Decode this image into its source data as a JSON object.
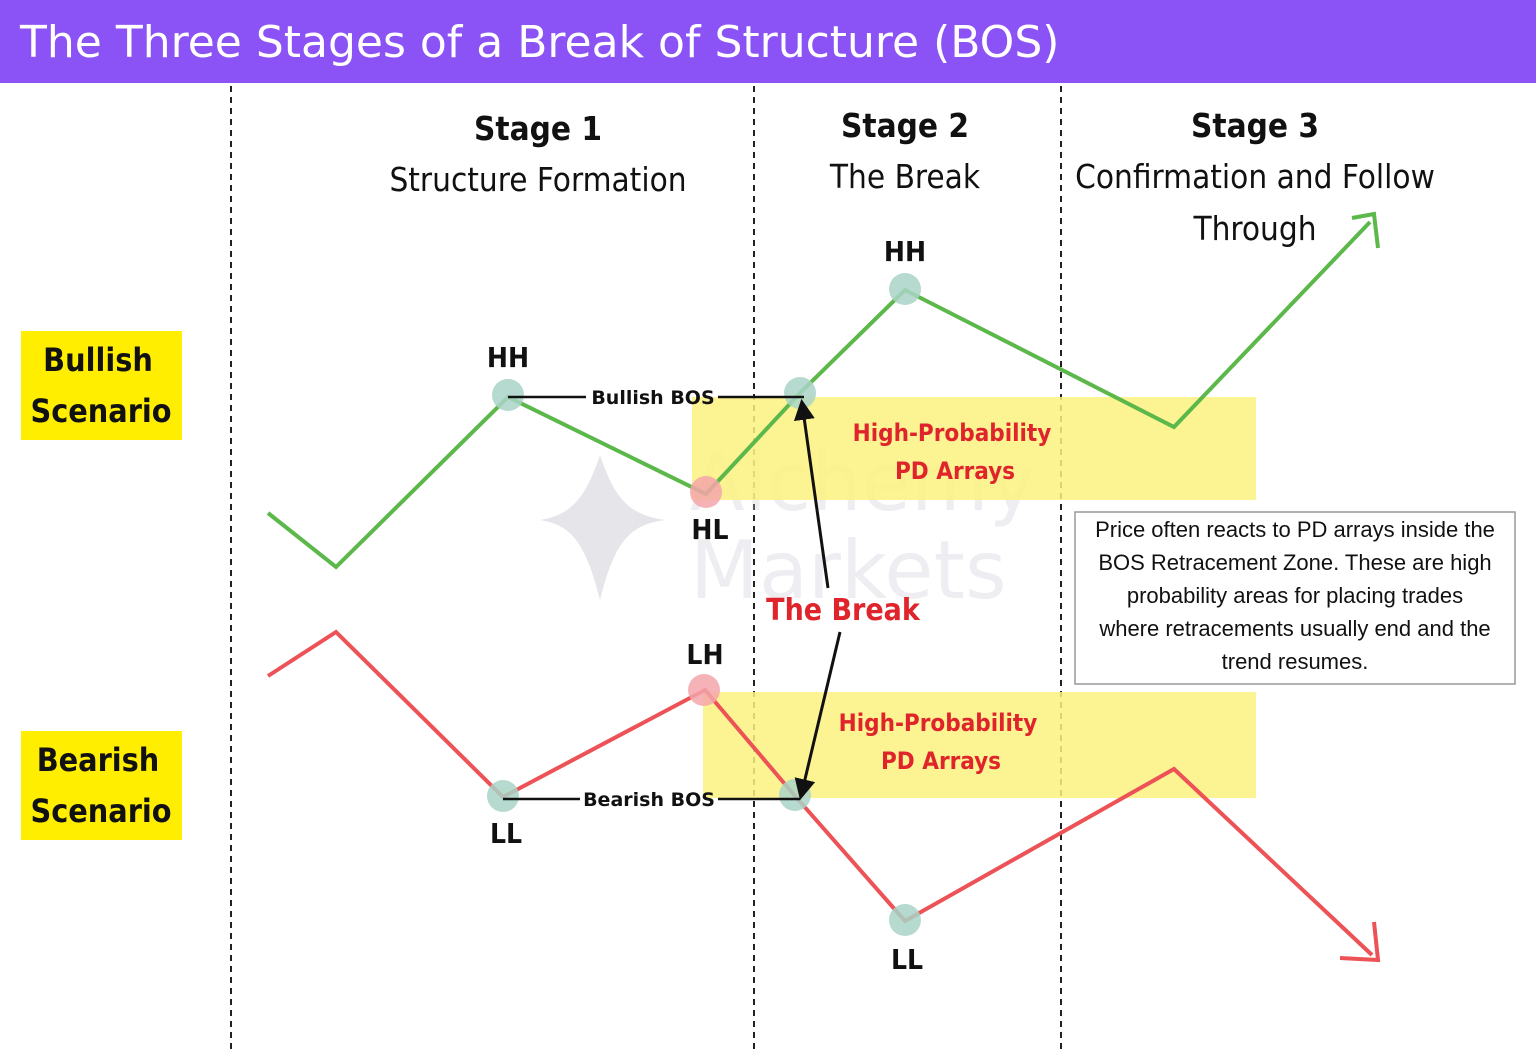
{
  "title": "The Three Stages of a Break of Structure (BOS)",
  "colors": {
    "title_bar": "#8b52f5",
    "bullish_line": "#5cb84a",
    "bearish_line": "#ec5256",
    "zone_fill": "#fbf17f",
    "scenario_fill": "#ffee00",
    "label_red": "#e0242b",
    "marker_teal": "#a9d4c7",
    "marker_pink": "#f5a6aa"
  },
  "stages": [
    {
      "title": "Stage 1",
      "subtitle": [
        "Structure Formation"
      ]
    },
    {
      "title": "Stage 2",
      "subtitle": [
        "The Break"
      ]
    },
    {
      "title": "Stage 3",
      "subtitle": [
        "Confirmation and Follow",
        "Through"
      ]
    }
  ],
  "scenarios": {
    "bullish": [
      "Bullish",
      "Scenario"
    ],
    "bearish": [
      "Bearish",
      "Scenario"
    ]
  },
  "point_labels": {
    "bull_hh_1": "HH",
    "bull_hl": "HL",
    "bull_hh_2": "HH",
    "bear_lh": "LH",
    "bear_ll_1": "LL",
    "bear_ll_2": "LL"
  },
  "bos": {
    "bullish": "Bullish BOS",
    "bearish": "Bearish BOS"
  },
  "zones": {
    "upper": [
      "High-Probability",
      "PD Arrays"
    ],
    "lower": [
      "High-Probability",
      "PD Arrays"
    ]
  },
  "break_label": "The Break",
  "note": [
    "Price often reacts to PD arrays inside the",
    "BOS Retracement Zone. These are high",
    "probability areas for placing trades",
    "where retracements usually end and the",
    "trend resumes."
  ],
  "watermark": [
    "Alchemy",
    "Markets"
  ]
}
